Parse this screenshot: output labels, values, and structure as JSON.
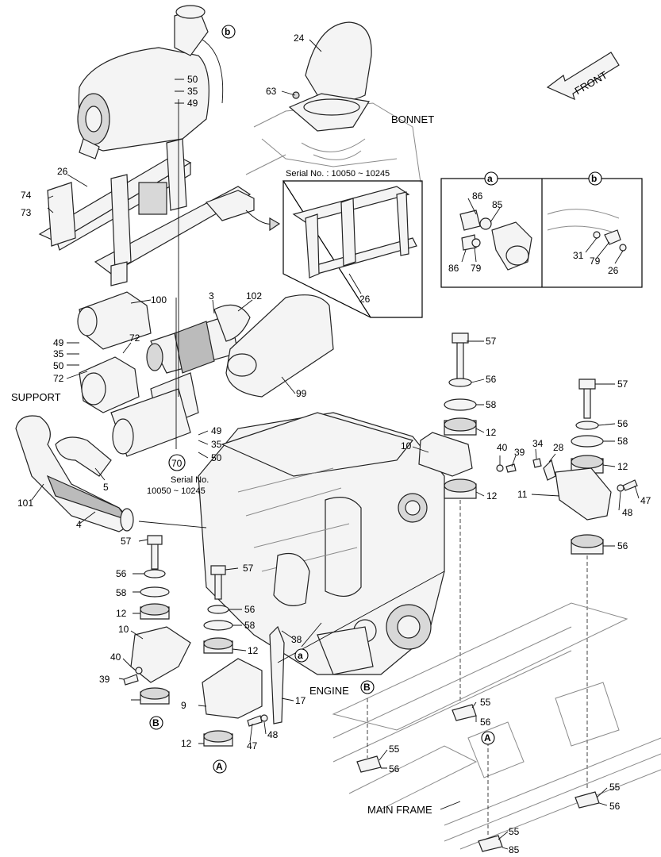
{
  "labels": {
    "bonnet": "BONNET",
    "support": "SUPPORT",
    "engine": "ENGINE",
    "main_frame": "MAIN FRAME",
    "front": "FRONT"
  },
  "serial": {
    "box": "Serial No. : 10050 ~ 10245",
    "line1": "Serial No.",
    "line2": "10050 ~ 10245"
  },
  "detail_refs": {
    "a": "a",
    "b": "b",
    "A": "A",
    "B": "B"
  },
  "callouts": [
    "50",
    "35",
    "49",
    "24",
    "63",
    "26",
    "74",
    "73",
    "100",
    "3",
    "102",
    "72",
    "49",
    "35",
    "50",
    "72",
    "99",
    "49",
    "35",
    "50",
    "70",
    "5",
    "101",
    "4",
    "57",
    "56",
    "58",
    "12",
    "10",
    "40",
    "39",
    "57",
    "56",
    "58",
    "12",
    "9",
    "12",
    "47",
    "48",
    "17",
    "38",
    "10",
    "40",
    "39",
    "34",
    "28",
    "57",
    "56",
    "58",
    "12",
    "11",
    "47",
    "48",
    "12",
    "57",
    "56",
    "58",
    "12",
    "56",
    "55",
    "56",
    "55",
    "56",
    "55",
    "56",
    "55",
    "85",
    "86",
    "85",
    "86",
    "79",
    "31",
    "79",
    "26"
  ],
  "icons": [
    "front-arrow-icon"
  ]
}
